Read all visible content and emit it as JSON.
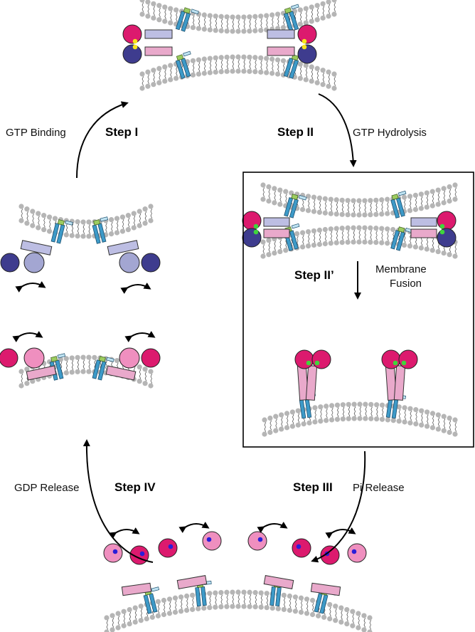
{
  "steps": {
    "step1": "Step I",
    "step2": "Step II",
    "step2b": "Step II’",
    "step3": "Step III",
    "step4": "Step IV"
  },
  "labels": {
    "gtp_binding": "GTP Binding",
    "gtp_hydrolysis": "GTP Hydrolysis",
    "membrane": "Membrane",
    "fusion": "Fusion",
    "pi_release": "Pi Release",
    "gdp_release": "GDP Release"
  },
  "colors": {
    "lipid_head": "#b5b5b5",
    "tm_helix": "#3d9ac8",
    "linker": "#9ccc5f",
    "gtpase_magenta": "#dc1a6e",
    "gtpase_navy": "#3e3c8e",
    "gtpase_lightnavy": "#a3a6d2",
    "gtpase_pink": "#ef8fbf",
    "box_lavender": "#bdbee3",
    "box_pink": "#e9a9cb",
    "gtp_dot": "#f7e51b",
    "gdp_pi_dot": "#3fd53b",
    "gdp_dot": "#2a1ed8"
  }
}
